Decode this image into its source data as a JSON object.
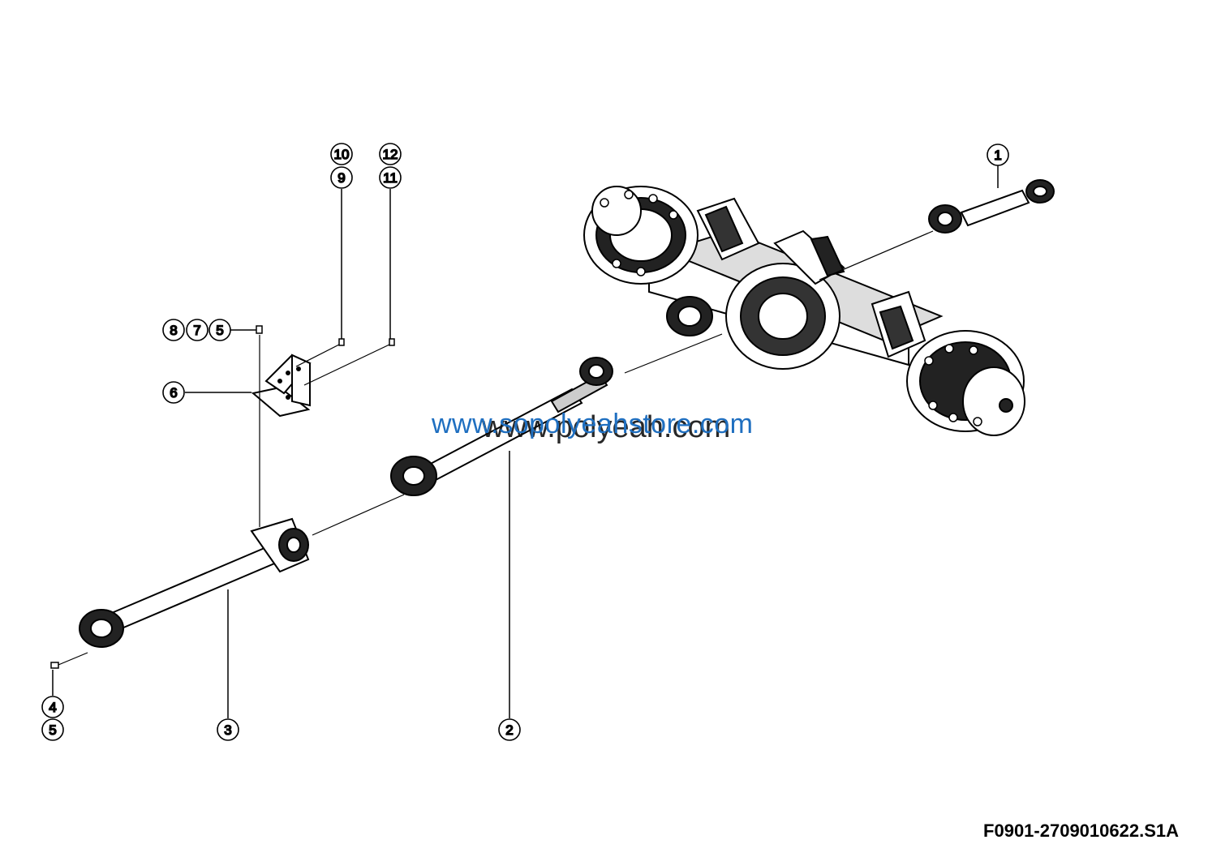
{
  "watermarks": {
    "primary": "www.sopolyeahstore.com",
    "secondary": "www.polyeah.com"
  },
  "drawing_code": "F0901-2709010622.S1A",
  "callouts": [
    {
      "id": "c1",
      "label": "1"
    },
    {
      "id": "c2",
      "label": "2"
    },
    {
      "id": "c3",
      "label": "3"
    },
    {
      "id": "c4",
      "label": "4"
    },
    {
      "id": "c5a",
      "label": "5"
    },
    {
      "id": "c5b",
      "label": "5"
    },
    {
      "id": "c6",
      "label": "6"
    },
    {
      "id": "c7",
      "label": "7"
    },
    {
      "id": "c8",
      "label": "8"
    },
    {
      "id": "c9",
      "label": "9"
    },
    {
      "id": "c10",
      "label": "10"
    },
    {
      "id": "c11",
      "label": "11"
    },
    {
      "id": "c12",
      "label": "12"
    }
  ],
  "colors": {
    "watermark_blue": "#1f6fc0",
    "ink": "#000000"
  }
}
